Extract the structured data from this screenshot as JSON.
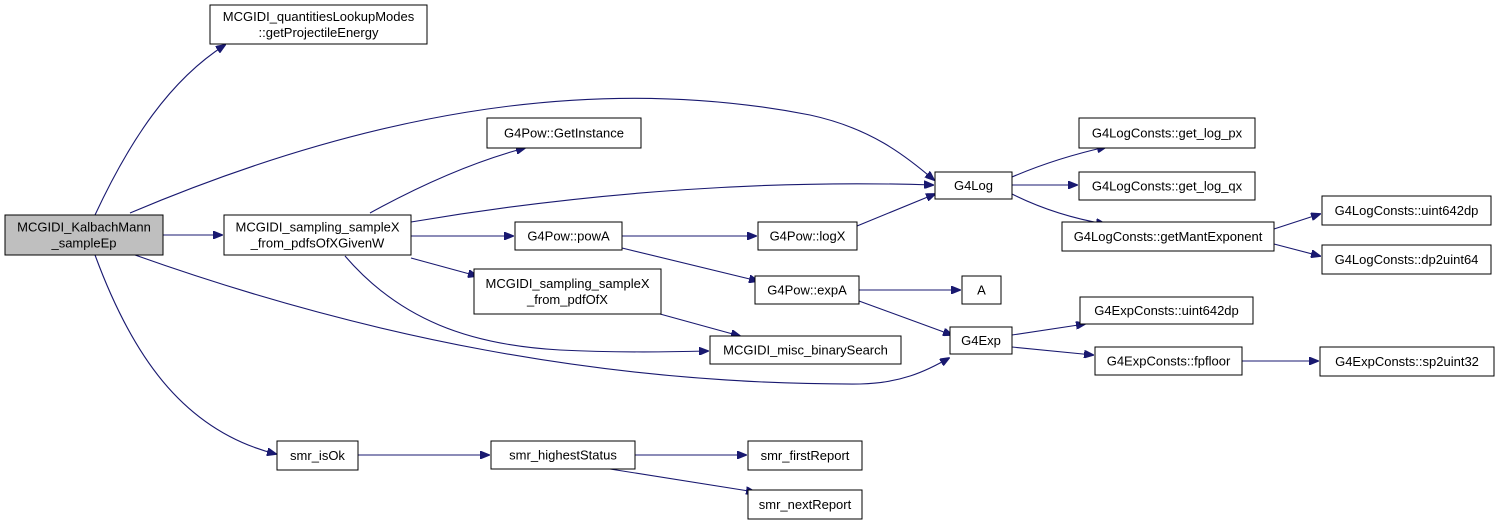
{
  "colors": {
    "edge": "#191970",
    "node_fill": "#ffffff",
    "root_fill": "#bfbfbf",
    "node_border": "#000000"
  },
  "nodes": [
    {
      "id": "kalbach",
      "lines": [
        "MCGIDI_KalbachMann",
        "_sampleEp"
      ],
      "root": true
    },
    {
      "id": "qlm",
      "lines": [
        "MCGIDI_quantitiesLookupModes",
        "::getProjectileEnergy"
      ]
    },
    {
      "id": "sampleX_given",
      "lines": [
        "MCGIDI_sampling_sampleX",
        "_from_pdfsOfXGivenW"
      ]
    },
    {
      "id": "getinstance",
      "lines": [
        "G4Pow::GetInstance"
      ]
    },
    {
      "id": "powA",
      "lines": [
        "G4Pow::powA"
      ]
    },
    {
      "id": "sampleX_pdf",
      "lines": [
        "MCGIDI_sampling_sampleX",
        "_from_pdfOfX"
      ]
    },
    {
      "id": "binsearch",
      "lines": [
        "MCGIDI_misc_binarySearch"
      ]
    },
    {
      "id": "logX",
      "lines": [
        "G4Pow::logX"
      ]
    },
    {
      "id": "expA",
      "lines": [
        "G4Pow::expA"
      ]
    },
    {
      "id": "g4log",
      "lines": [
        "G4Log"
      ]
    },
    {
      "id": "g4exp",
      "lines": [
        "G4Exp"
      ]
    },
    {
      "id": "A",
      "lines": [
        "A"
      ]
    },
    {
      "id": "get_log_px",
      "lines": [
        "G4LogConsts::get_log_px"
      ]
    },
    {
      "id": "get_log_qx",
      "lines": [
        "G4LogConsts::get_log_qx"
      ]
    },
    {
      "id": "getMant",
      "lines": [
        "G4LogConsts::getMantExponent"
      ]
    },
    {
      "id": "log_uint642dp",
      "lines": [
        "G4LogConsts::uint642dp"
      ]
    },
    {
      "id": "log_dp2uint64",
      "lines": [
        "G4LogConsts::dp2uint64"
      ]
    },
    {
      "id": "exp_uint642dp",
      "lines": [
        "G4ExpConsts::uint642dp"
      ]
    },
    {
      "id": "fpfloor",
      "lines": [
        "G4ExpConsts::fpfloor"
      ]
    },
    {
      "id": "sp2uint32",
      "lines": [
        "G4ExpConsts::sp2uint32"
      ]
    },
    {
      "id": "isOk",
      "lines": [
        "smr_isOk"
      ]
    },
    {
      "id": "highest",
      "lines": [
        "smr_highestStatus"
      ]
    },
    {
      "id": "first",
      "lines": [
        "smr_firstReport"
      ]
    },
    {
      "id": "next",
      "lines": [
        "smr_nextReport"
      ]
    }
  ],
  "edges": [
    {
      "from": "kalbach",
      "to": "qlm"
    },
    {
      "from": "kalbach",
      "to": "sampleX_given"
    },
    {
      "from": "kalbach",
      "to": "g4log"
    },
    {
      "from": "kalbach",
      "to": "g4exp"
    },
    {
      "from": "kalbach",
      "to": "isOk"
    },
    {
      "from": "sampleX_given",
      "to": "getinstance"
    },
    {
      "from": "sampleX_given",
      "to": "g4log"
    },
    {
      "from": "sampleX_given",
      "to": "powA"
    },
    {
      "from": "sampleX_given",
      "to": "sampleX_pdf"
    },
    {
      "from": "sampleX_given",
      "to": "binsearch"
    },
    {
      "from": "powA",
      "to": "logX"
    },
    {
      "from": "powA",
      "to": "expA"
    },
    {
      "from": "logX",
      "to": "g4log"
    },
    {
      "from": "expA",
      "to": "A"
    },
    {
      "from": "expA",
      "to": "g4exp"
    },
    {
      "from": "sampleX_pdf",
      "to": "binsearch"
    },
    {
      "from": "g4log",
      "to": "get_log_px"
    },
    {
      "from": "g4log",
      "to": "get_log_qx"
    },
    {
      "from": "g4log",
      "to": "getMant"
    },
    {
      "from": "getMant",
      "to": "log_uint642dp"
    },
    {
      "from": "getMant",
      "to": "log_dp2uint64"
    },
    {
      "from": "g4exp",
      "to": "exp_uint642dp"
    },
    {
      "from": "g4exp",
      "to": "fpfloor"
    },
    {
      "from": "fpfloor",
      "to": "sp2uint32"
    },
    {
      "from": "isOk",
      "to": "highest"
    },
    {
      "from": "highest",
      "to": "first"
    },
    {
      "from": "highest",
      "to": "next"
    }
  ]
}
